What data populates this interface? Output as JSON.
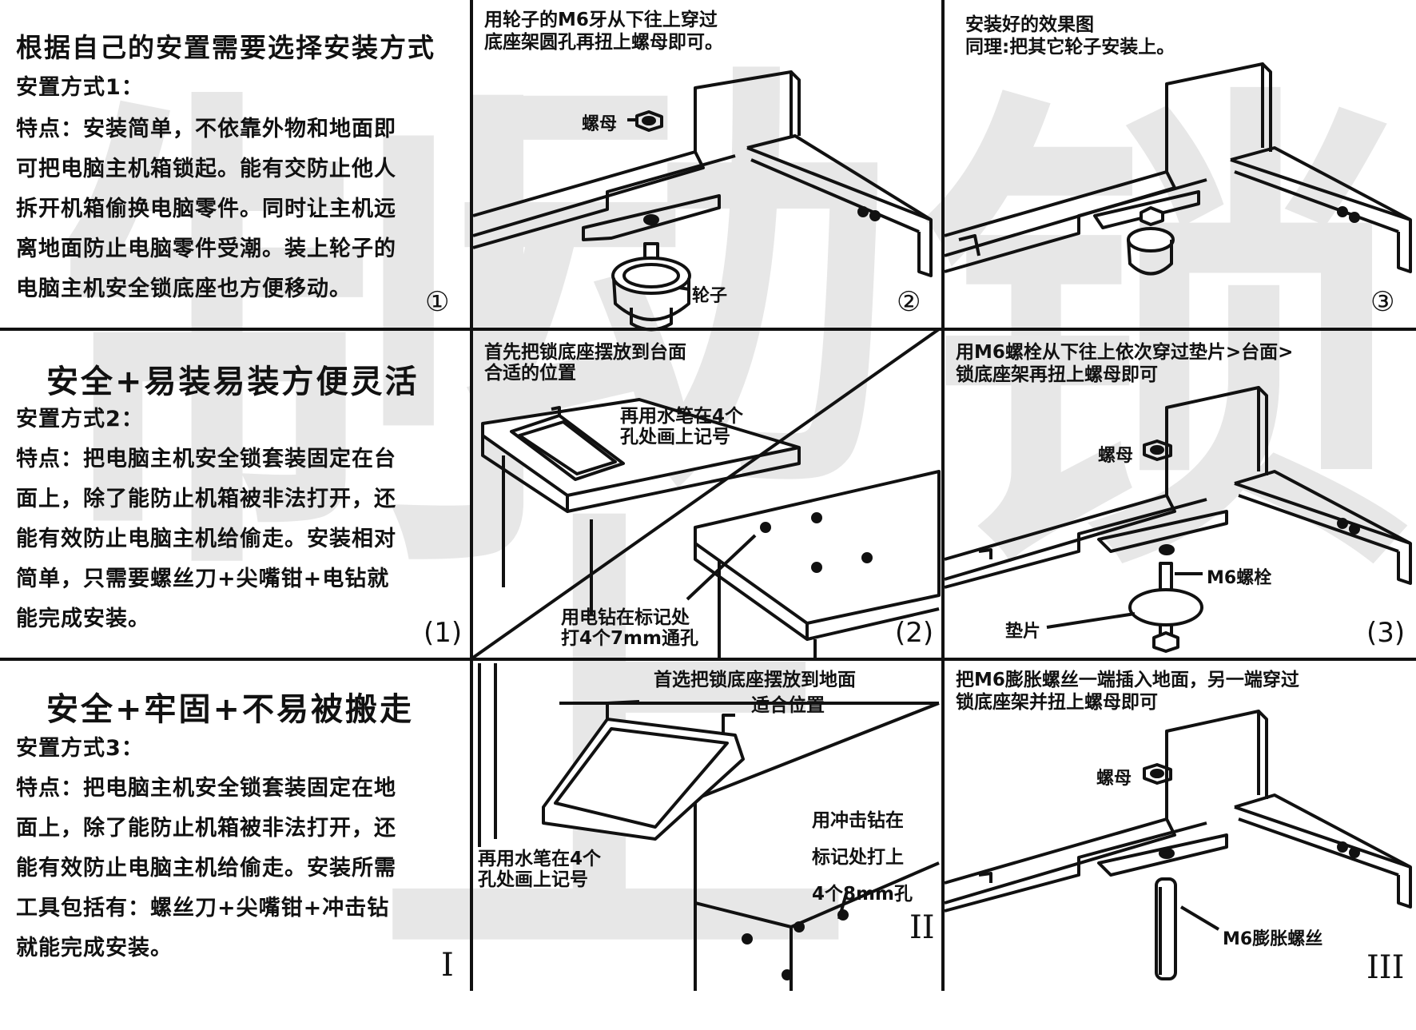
{
  "watermark": [
    "制",
    "动",
    "上",
    "锁"
  ],
  "row1": {
    "left": {
      "heading": "根据自己的安置需要选择安装方式",
      "mode": "安置方式1：",
      "lines": [
        "特点：安装简单，不依靠外物和地面即",
        "可把电脑主机箱锁起。能有交防止他人",
        "拆开机箱偷换电脑零件。同时让主机远",
        "离地面防止电脑零件受潮。装上轮子的",
        "电脑主机安全锁底座也方便移动。"
      ],
      "number": "①"
    },
    "mid": {
      "caption": [
        "用轮子的M6牙从下往上穿过",
        "底座架圆孔再扭上螺母即可。"
      ],
      "label_nut": "螺母",
      "label_wheel": "轮子",
      "number": "②"
    },
    "right": {
      "caption": [
        "安装好的效果图",
        "同理:把其它轮子安装上。"
      ],
      "number": "③"
    }
  },
  "row2": {
    "left": {
      "heading": "安全+易装易装方便灵活",
      "mode": "安置方式2：",
      "lines": [
        "特点：把电脑主机安全锁套装固定在台",
        "面上，除了能防止机箱被非法打开，还",
        "能有效防止电脑主机给偷走。安装相对",
        "简单，只需要螺丝刀+尖嘴钳+电钻就",
        "能完成安装。"
      ],
      "number": "(1)"
    },
    "mid": {
      "caption": [
        "首先把锁底座摆放到台面",
        "合适的位置"
      ],
      "caption2": [
        "再用水笔在4个",
        "孔处画上记号"
      ],
      "caption3": [
        "用电钻在标记处",
        "打4个7mm通孔"
      ],
      "number": "(2)"
    },
    "right": {
      "caption": [
        "用M6螺栓从下往上依次穿过垫片>台面>",
        "锁底座架再扭上螺母即可"
      ],
      "label_nut": "螺母",
      "label_bolt": "M6螺栓",
      "label_washer": "垫片",
      "number": "(3)"
    }
  },
  "row3": {
    "left": {
      "heading": "安全+牢固+不易被搬走",
      "mode": "安置方式3：",
      "lines": [
        "特点：把电脑主机安全锁套装固定在地",
        "面上，除了能防止机箱被非法打开，还",
        "能有效防止电脑主机给偷走。安装所需",
        "工具包括有：螺丝刀+尖嘴钳+冲击钻",
        "就能完成安装。"
      ],
      "number": "I"
    },
    "mid": {
      "caption": [
        "首选把锁底座摆放到地面",
        "适合位置"
      ],
      "caption2": [
        "再用水笔在4个",
        "孔处画上记号"
      ],
      "caption3": [
        "用冲击钻在",
        "标记处打上",
        "4个8mm孔"
      ],
      "number": "II"
    },
    "right": {
      "caption": [
        "把M6膨胀螺丝一端插入地面，另一端穿过",
        "锁底座架并扭上螺母即可"
      ],
      "label_nut": "螺母",
      "label_bolt": "M6膨胀螺丝",
      "number": "III"
    }
  }
}
